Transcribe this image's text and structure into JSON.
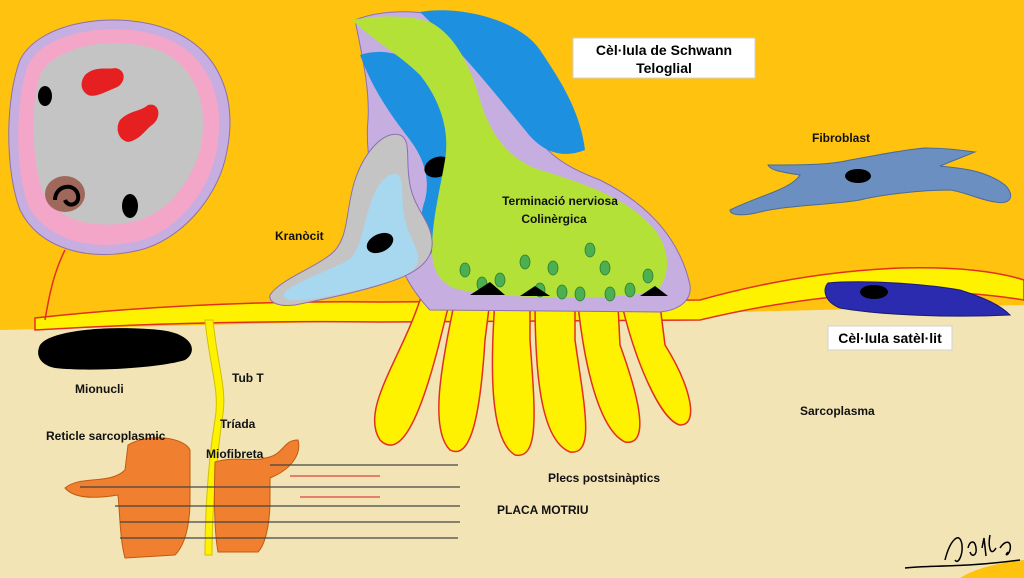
{
  "labels": {
    "schwann_line1": "Cèl·lula de Schwann",
    "schwann_line2": "Teloglial",
    "fibroblast": "Fibroblast",
    "kranocit": "Kranòcit",
    "terminacio_line1": "Terminació nerviosa",
    "terminacio_line2": "Colinèrgica",
    "satellit": "Cèl·lula satèl·lit",
    "mionucli": "Mionucli",
    "tub_t": "Tub T",
    "triada": "Tríada",
    "reticle": "Reticle sarcoplasmic",
    "miofibreta": "Miofibreta",
    "sarcoplasma": "Sarcoplasma",
    "plecs": "Plecs postsinàptics",
    "placa": "PLACA MOTRIU"
  },
  "colors": {
    "background": "#ffc20e",
    "sarcoplasm": "#f3e4b6",
    "sarcolemma": "#fff200",
    "nerve_terminal": "#b4e138",
    "vesicles": "#4caf50",
    "schwann_blue": "#1e90e0",
    "schwann_purple": "#c7aee0",
    "kranocyte": "#a8d8f0",
    "fibroblast": "#6b8fc0",
    "satellite": "#2b2bb0",
    "reticulum": "#f08030",
    "nucleus": "#000000",
    "capillary_ring": "#f4a6c8",
    "capillary_interior": "#c4c4c4",
    "erythrocyte": "#e62020"
  }
}
